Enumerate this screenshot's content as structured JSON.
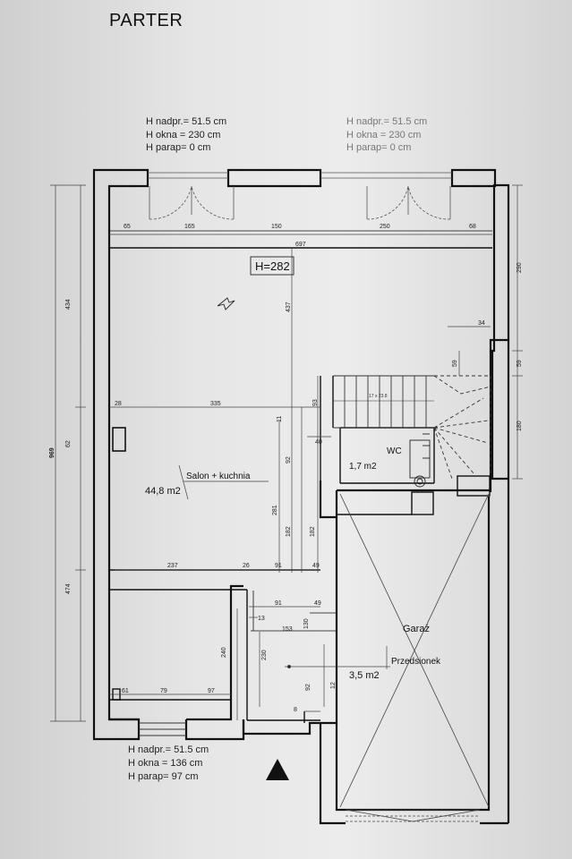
{
  "title": "PARTER",
  "specs": {
    "top_left": [
      "H nadpr.= 51.5 cm",
      "H okna = 230 cm",
      "H parap=  0 cm"
    ],
    "top_right": [
      "H nadpr.= 51.5 cm",
      "H okna = 230 cm",
      "H parap=  0 cm"
    ],
    "bottom": [
      "H nadpr.= 51.5 cm",
      "H okna = 136 cm",
      "H parap=  97 cm"
    ]
  },
  "rooms": {
    "salon_label": "Salon + kuchnia",
    "salon_area": "44,8 m2",
    "wc_label": "WC",
    "wc_area": "1,7 m2",
    "garage_label": "Garaż",
    "hall_label": "Przedsionek",
    "hall_area": "3,5 m2",
    "height_label": "H=282"
  },
  "stairs_label": "17 x 23.8",
  "dimensions": {
    "top_row": [
      "65",
      "165",
      "150",
      "250",
      "68"
    ],
    "overall_width": "697",
    "vert_437": "437",
    "row_28": "28",
    "row_335": "335",
    "right_col": [
      "290",
      "59",
      "180"
    ],
    "dim_34": "34",
    "dim_59": "59",
    "dim_93": "93",
    "dim_40": "40",
    "dim_11": "11",
    "dim_92_a": "92",
    "dim_281": "281",
    "dim_182_a": "182",
    "dim_182_b": "182",
    "left_total": "969",
    "left_434": "434",
    "left_62": "62",
    "left_474": "474",
    "row_237": "237",
    "row_26": "26",
    "row_91": "91",
    "row_49": "49",
    "hall_91": "91",
    "hall_49": "49",
    "dim_13": "13",
    "dim_153": "153",
    "dim_130": "130",
    "dim_240": "240",
    "dim_230": "230",
    "dim_92_b": "92",
    "dim_8": "8",
    "dim_12": "12",
    "bottom_row": [
      "61",
      "79",
      "97"
    ]
  }
}
